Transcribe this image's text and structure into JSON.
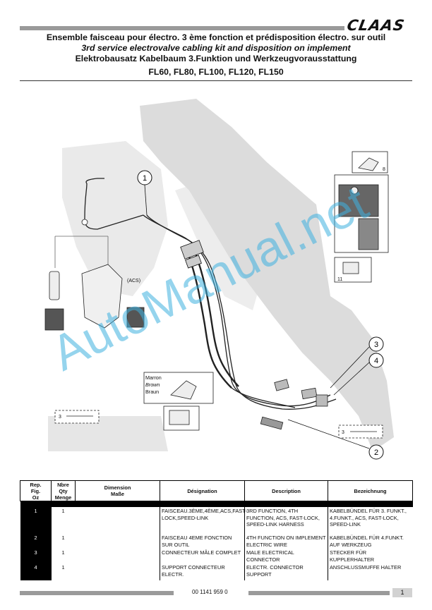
{
  "header": {
    "brand": "CLAAS",
    "title_fr": "Ensemble faisceau pour électro. 3 ème fonction et prédisposition électro. sur outil",
    "title_en": "3rd service electrovalve cabling kit and disposition on implement",
    "title_de": "Elektrobausatz Kabelbaum 3.Funktion und Werkzeugvorausstattung",
    "models": "FL60, FL80, FL100, FL120, FL150"
  },
  "drawing": {
    "callouts": [
      "1",
      "2",
      "3",
      "4"
    ],
    "acs_label": "(ACS)",
    "color_fr": "Marron",
    "color_en": "Brown",
    "color_de": "Braun",
    "detail_8": "8",
    "detail_11": "11",
    "detail_3_left": "3",
    "detail_3_right": "3"
  },
  "watermark": "AutoManual.net",
  "table": {
    "headers": {
      "ref": [
        "Rep.",
        "Fig.",
        "Oz"
      ],
      "qty": [
        "Nbre",
        "Qty",
        "Menge"
      ],
      "dim": [
        "Dimension",
        "Maße"
      ],
      "designation": "Désignation",
      "description": "Description",
      "bezeichnung": "Bezeichnung"
    },
    "rows": [
      {
        "ref": "1",
        "qty": "1",
        "dim": "",
        "designation": "FAISCEAU.3ÈME,4ÈME,ACS,FAST-LOCK,SPEED-LINK",
        "description": "3RD FUNCTION, 4TH FUNCTION, ACS, FAST-LOCK, SPEED-LINK HARNESS",
        "bezeichnung": "KABELBÜNDEL FÜR 3. FUNKT., 4.FUNKT., ACS, FAST-LOCK, SPEED-LINK"
      },
      {
        "ref": "2",
        "qty": "1",
        "dim": "",
        "designation": "FAISCEAU 4EME FONCTION SUR OUTIL",
        "description": "4TH FUNCTION ON IMPLEMENT ELECTRIC WIRE",
        "bezeichnung": "KABELBÜNDEL FÜR 4.FUNKT. AUF WERKZEUG"
      },
      {
        "ref": "3",
        "qty": "1",
        "dim": "",
        "designation": "CONNECTEUR MÂLE COMPLET",
        "description": "MALE ELECTRICAL CONNECTOR",
        "bezeichnung": "STECKER FÜR KUPPLERHALTER"
      },
      {
        "ref": "4",
        "qty": "1",
        "dim": "",
        "designation": "SUPPORT CONNECTEUR ELECTR.",
        "description": "ELECTR. CONNECTOR SUPPORT",
        "bezeichnung": "ANSCHLUSSMUFFE HALTER"
      }
    ]
  },
  "footer": {
    "doc_number": "00 1141 959 0",
    "page": "1"
  },
  "colors": {
    "bar_gray": "#9a9a9a",
    "watermark": "#3fb2e0",
    "ghost_loader": "#d8d8d8"
  }
}
